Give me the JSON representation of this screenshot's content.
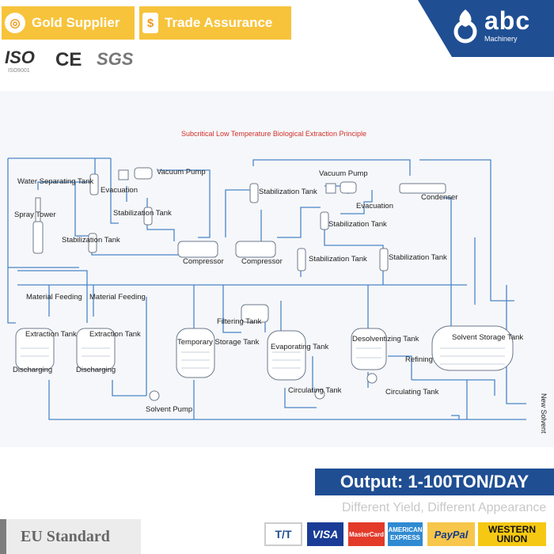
{
  "header": {
    "gold_supplier": "Gold Supplier",
    "trade_assurance": "Trade Assurance",
    "certs": {
      "iso": "ISO",
      "iso_sub": "ISO9001",
      "ce": "CE",
      "sgs": "SGS"
    },
    "brand": {
      "name": "abc",
      "sub": "Machinery"
    }
  },
  "diagram": {
    "title": "Subcritical Low Temperature Biological Extraction Principle",
    "labels": {
      "water_separating_tank": "Water Separating Tank",
      "vacuum_pump_1": "Vacuum Pump",
      "evacuation_1": "Evacuation",
      "stabilization_tank_1": "Stabilization Tank",
      "spray_tower": "Spray Tower",
      "stabilization_tank_2": "Stabilization Tank",
      "compressor_1": "Compressor",
      "compressor_2": "Compressor",
      "stabilization_tank_3": "Stabilization Tank",
      "vacuum_pump_2": "Vacuum Pump",
      "evacuation_2": "Evacuation",
      "stabilization_tank_4": "Stabilization Tank",
      "stabilization_tank_5": "Stabilization Tank",
      "stabilization_tank_6": "Stabilization Tank",
      "condenser": "Condenser",
      "material_feeding_1": "Material Feeding",
      "material_feeding_2": "Material Feeding",
      "extraction_tank_1": "Extraction Tank",
      "extraction_tank_2": "Extraction Tank",
      "discharging_1": "Discharging",
      "discharging_2": "Discharging",
      "filtering_tank": "Filtering Tank",
      "temporary_storage_tank": "Temporary Storage Tank",
      "evaporating_tank": "Evaporating Tank",
      "desolventizing_tank": "Desolventizing Tank",
      "solvent_storage_tank": "Solvent Storage Tank",
      "refining": "Refining",
      "circulating_tank_1": "Circulating Tank",
      "circulating_tank_2": "Circulating Tank",
      "solvent_pump": "Solvent Pump",
      "new_solvent": "New Solvent"
    }
  },
  "output": "Output: 1-100TON/DAY",
  "tagline": "Different Yield, Different Appearance",
  "eu_standard": "EU Standard",
  "payments": {
    "tt": "T/T",
    "visa": "VISA",
    "mastercard": "MasterCard",
    "amex_1": "AMERICAN",
    "amex_2": "EXPRESS",
    "paypal": "PayPal",
    "western_1": "WESTERN",
    "western_2": "UNION"
  }
}
